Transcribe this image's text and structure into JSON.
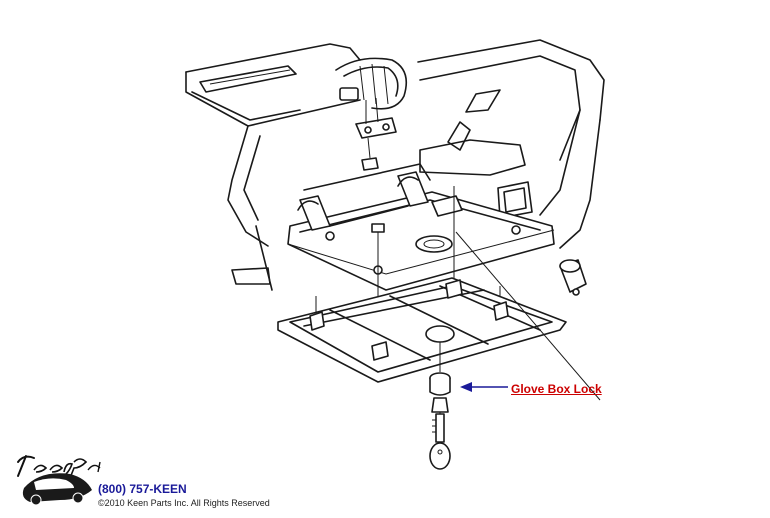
{
  "diagram": {
    "callouts": [
      {
        "id": "glove-box-lock",
        "label": "Glove Box Lock",
        "color": "#cc0000"
      }
    ]
  },
  "branding": {
    "logo_text": "Keen Parts",
    "phone": "(800) 757-KEEN",
    "copyright": "©2010 Keen Parts Inc. All Rights Reserved",
    "phone_color": "#1a1a99"
  },
  "colors": {
    "arrow": "#1a1a99",
    "line_art": "#1a1a1a",
    "link": "#cc0000"
  }
}
